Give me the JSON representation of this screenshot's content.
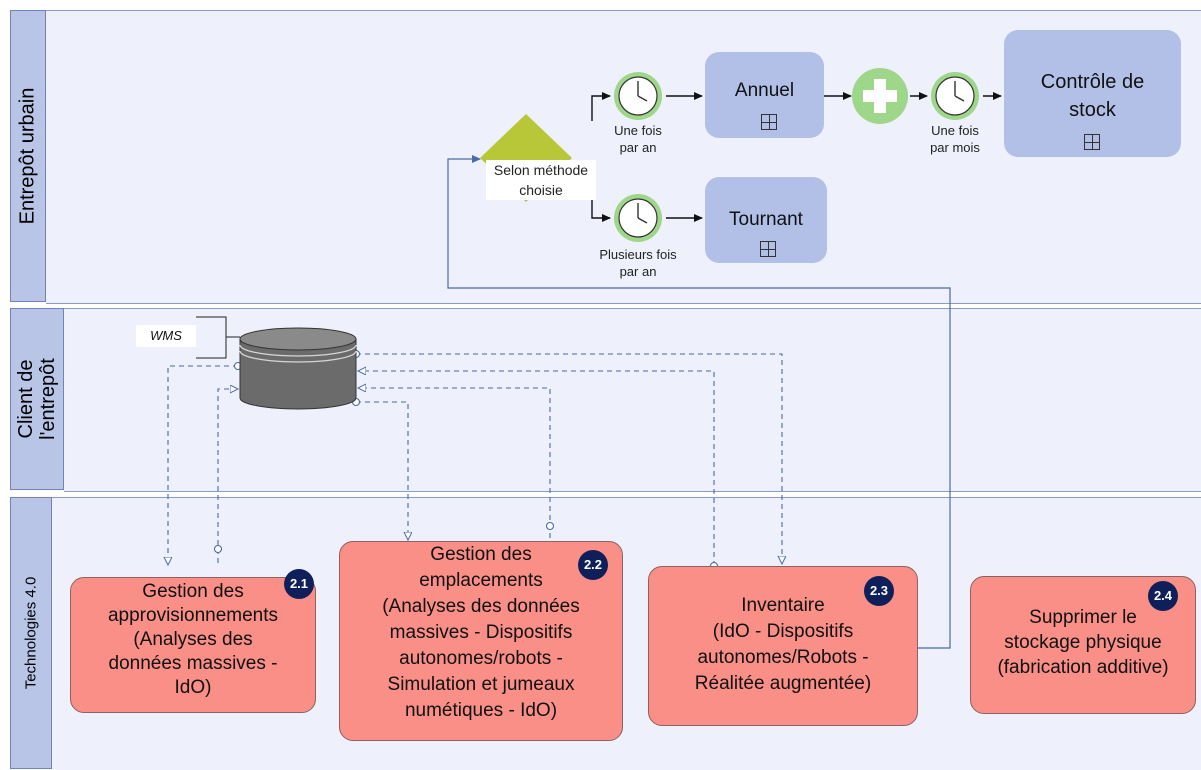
{
  "lanes": {
    "lane1": "Entrepôt urbain",
    "lane2_line1": "Client de",
    "lane2_line2": "l'entrepôt",
    "lane3": "Technologies 4.0"
  },
  "gateway": {
    "line1": "Selon méthode",
    "line2": "choisie"
  },
  "events": {
    "once_year_l1": "Une fois",
    "once_year_l2": "par an",
    "several_l1": "Plusieurs fois",
    "several_l2": "par an",
    "once_month_l1": "Une fois",
    "once_month_l2": "par mois"
  },
  "tasks": {
    "annuel": "Annuel",
    "tournant": "Tournant",
    "controle_l1": "Contrôle de",
    "controle_l2": "stock"
  },
  "wms": "WMS",
  "tech": {
    "t1": {
      "badge": "2.1",
      "lines": [
        "Gestion des",
        "approvisionnements",
        "(Analyses des",
        "données massives -",
        "IdO)"
      ]
    },
    "t2": {
      "badge": "2.2",
      "lines": [
        "Gestion des",
        "emplacements",
        "(Analyses des données",
        "massives - Dispositifs",
        "autonomes/robots -",
        "Simulation et jumeaux",
        "numétiques - IdO)"
      ]
    },
    "t3": {
      "badge": "2.3",
      "lines": [
        "Inventaire",
        "(IdO - Dispositifs",
        "autonomes/Robots -",
        "Réalitée augmentée)"
      ]
    },
    "t4": {
      "badge": "2.4",
      "lines": [
        "Supprimer le",
        "stockage physique",
        "(fabrication additive)"
      ]
    }
  },
  "colors": {
    "lane_label": "#b8c5e6",
    "lane_bg": "#eef0fb",
    "task": "#b2c0e8",
    "tech": "#f98f87",
    "badge": "#0e1f59",
    "timer_ring": "#9ed68a",
    "gateway": "#b7c738",
    "connector": "#4a6aa8"
  }
}
